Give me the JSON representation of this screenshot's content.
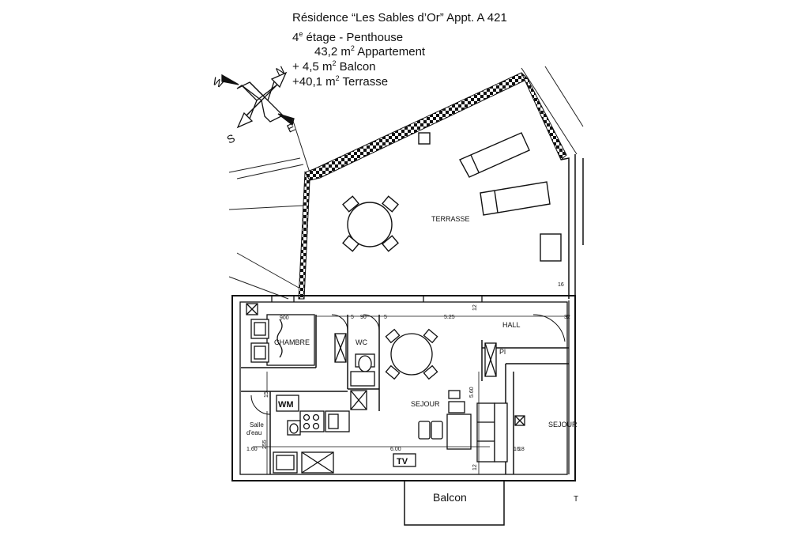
{
  "header": {
    "line1": "Résidence “Les Sables d’Or” Appt. A 421",
    "line2_num": "4",
    "line2_sup": "e",
    "line2_rest": " étage - Penthouse",
    "line3_val": "43,2 m",
    "line3_label": "Appartement",
    "line4_val": "+   4,5 m",
    "line4_label": "Balcon",
    "line5_val": "+40,1 m",
    "line5_label": "Terrasse",
    "sup2": "2"
  },
  "compass": {
    "n": "N",
    "s": "S",
    "e": "E",
    "w": "W"
  },
  "rooms": {
    "terrasse": "TERRASSE",
    "hall": "HALL",
    "chambre": "CHAMBRE",
    "wc": "WC",
    "sejour": "SEJOUR",
    "sejour_neighbor": "SEJOUR",
    "salle_line1": "Salle",
    "salle_line2": "d'eau",
    "balcon": "Balcon",
    "wm": "WM",
    "tv": "TV",
    "pl": "Pl"
  },
  "dimensions": {
    "d_900": "900",
    "d_5a": "5",
    "d_90": "90",
    "d_5b": "5",
    "d_525": "5.25",
    "d_12a": "12",
    "d_12b": "12",
    "d_560": "5.60",
    "d_600": "6.00",
    "d_160": "1.60",
    "d_255": "255",
    "d_15": "15",
    "d_16a": "16",
    "d_16b": "16",
    "d_32": "32",
    "d_18": "18",
    "t": "T"
  }
}
